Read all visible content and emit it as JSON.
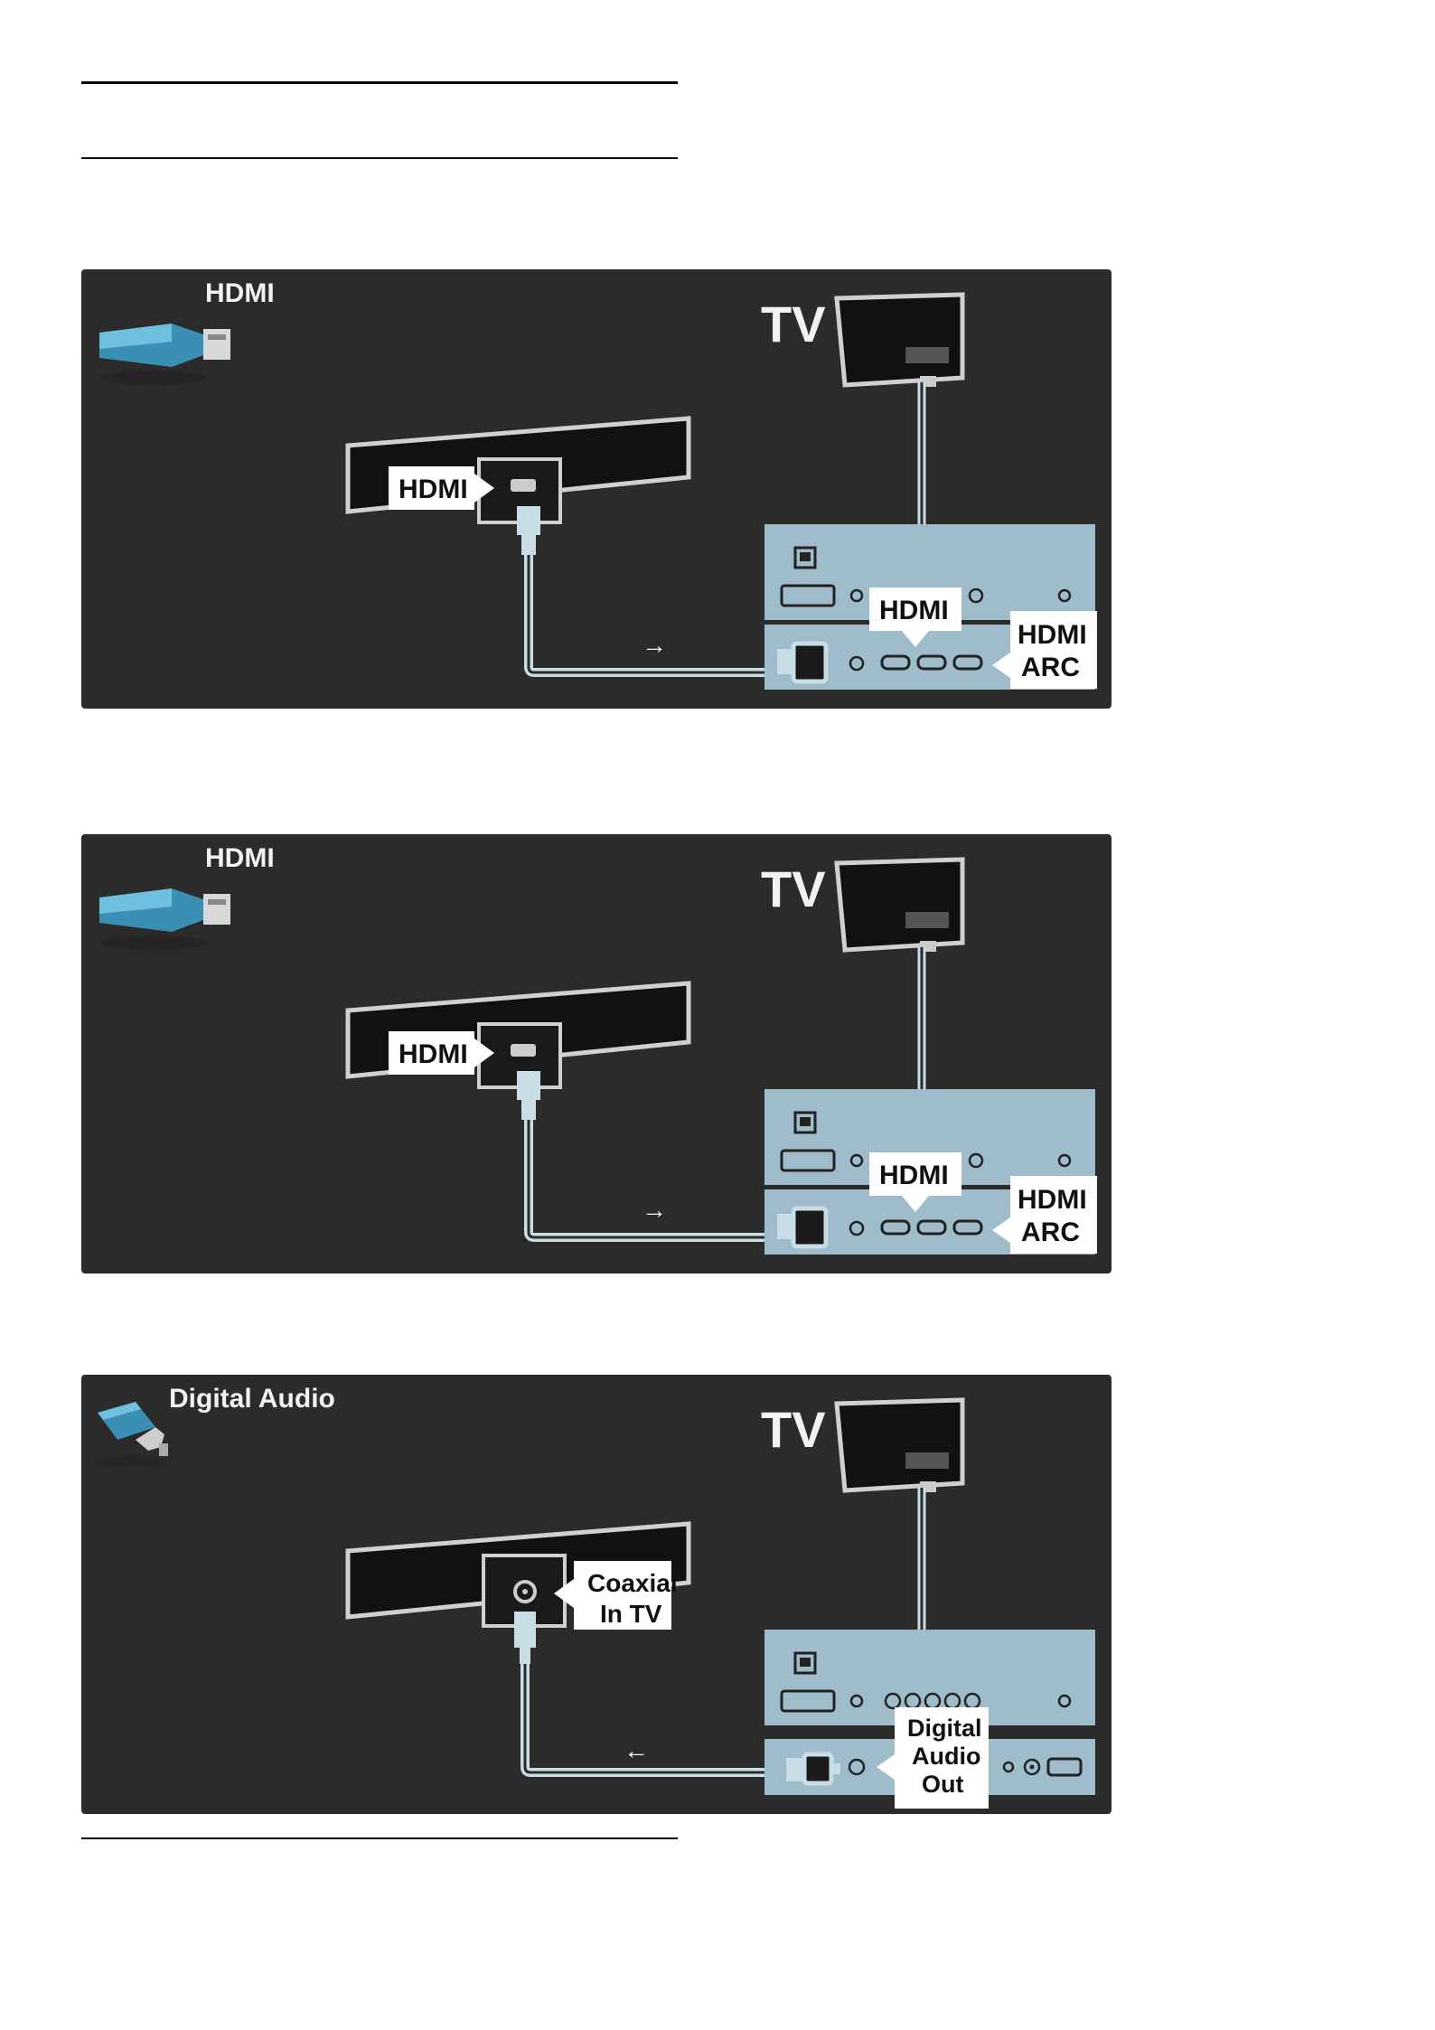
{
  "diagrams": [
    {
      "id": "hdmi-arc-1",
      "connector_label": "HDMI",
      "connector_icon": "hdmi-plug-icon",
      "tv_label": "TV",
      "device_port_label": "HDMI",
      "tv_port_label_top": "HDMI",
      "tv_port_label_right_1": "HDMI",
      "tv_port_label_right_2": "ARC",
      "flow_arrow": "→"
    },
    {
      "id": "hdmi-arc-2",
      "connector_label": "HDMI",
      "connector_icon": "hdmi-plug-icon",
      "tv_label": "TV",
      "device_port_label": "HDMI",
      "tv_port_label_top": "HDMI",
      "tv_port_label_right_1": "HDMI",
      "tv_port_label_right_2": "ARC",
      "flow_arrow": "→"
    },
    {
      "id": "digital-audio",
      "connector_label": "Digital Audio",
      "connector_icon": "coaxial-plug-icon",
      "tv_label": "TV",
      "device_port_label_1": "Coaxial",
      "device_port_label_2": "In TV",
      "tv_port_label_1": "Digital",
      "tv_port_label_2": "Audio",
      "tv_port_label_3": "Out",
      "flow_arrow": "←"
    }
  ],
  "colors": {
    "panel_bg": "#2b2b2b",
    "cable": "#c9dde6",
    "tv_panel": "#9fbccb",
    "label_box": "#ffffff"
  }
}
